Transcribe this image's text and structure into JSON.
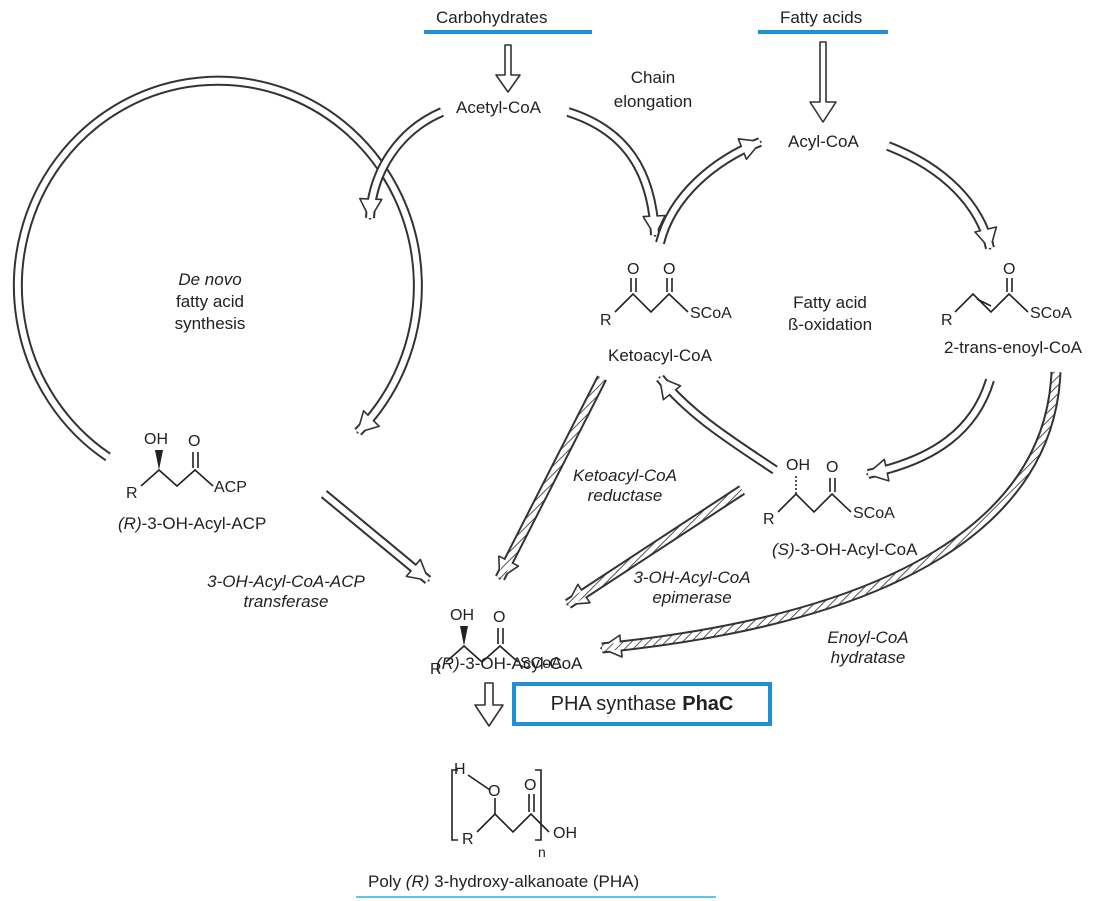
{
  "sources": {
    "carbohydrates": "Carbohydrates",
    "fatty_acids": "Fatty acids"
  },
  "compounds": {
    "acetyl_coa": "Acetyl-CoA",
    "acyl_coa": "Acyl-CoA",
    "ketoacyl_coa": "Ketoacyl-CoA",
    "enoyl_coa": "2-trans-enoyl-CoA",
    "r_oh_acyl_acp_prefix": "(R)",
    "r_oh_acyl_acp_rest": "-3-OH-Acyl-ACP",
    "s_oh_acyl_coa_prefix": "(S)",
    "s_oh_acyl_coa_rest": "-3-OH-Acyl-CoA",
    "r_oh_acyl_coa_prefix": "(R)",
    "r_oh_acyl_coa_rest": "-3-OH-Acyl-CoA",
    "pha_a": "Poly ",
    "pha_r": "(R)",
    "pha_b": " 3-hydroxy-alkanoate (PHA)"
  },
  "processes": {
    "chain_elongation_1": "Chain",
    "chain_elongation_2": "elongation",
    "de_novo_1": "De novo",
    "de_novo_2": "fatty acid",
    "de_novo_3": "synthesis",
    "beta_ox_1": "Fatty  acid",
    "beta_ox_2": "ß-oxidation"
  },
  "enzymes": {
    "ketoacyl_reductase_1": "Ketoacyl-CoA",
    "ketoacyl_reductase_2": "reductase",
    "transferase_1": "3-OH-Acyl-CoA-ACP",
    "transferase_2": "transferase",
    "epimerase_1": "3-OH-Acyl-CoA",
    "epimerase_2": "epimerase",
    "hydratase_1": "Enoyl-CoA",
    "hydratase_2": "hydratase",
    "pha_synthase_prefix": "PHA synthase",
    "pha_synthase_name": "PhaC"
  },
  "atoms": {
    "O": "O",
    "OH": "OH",
    "R": "R",
    "SCoA": "SCoA",
    "ACP": "ACP",
    "H": "H",
    "n": "n"
  },
  "colors": {
    "accent": "#1e90d6",
    "accent_light": "#5cc4ef",
    "ink": "#222222"
  }
}
